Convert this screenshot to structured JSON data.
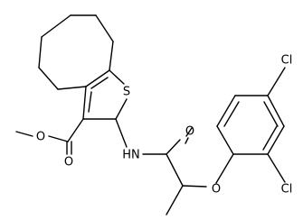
{
  "molecule": {
    "atoms": [
      {
        "id": "s",
        "label": "S"
      },
      {
        "id": "o-ester-dbl",
        "label": "O"
      },
      {
        "id": "o-ester-sgl",
        "label": "O"
      },
      {
        "id": "n-amide",
        "label": "HN"
      },
      {
        "id": "o-amide",
        "label": "O"
      },
      {
        "id": "o-ether",
        "label": "O"
      },
      {
        "id": "cl-para",
        "label": "Cl"
      },
      {
        "id": "cl-ortho",
        "label": "Cl"
      }
    ]
  },
  "colors": {
    "bond": "#000000",
    "label": "#000000",
    "background": "#ffffff"
  }
}
